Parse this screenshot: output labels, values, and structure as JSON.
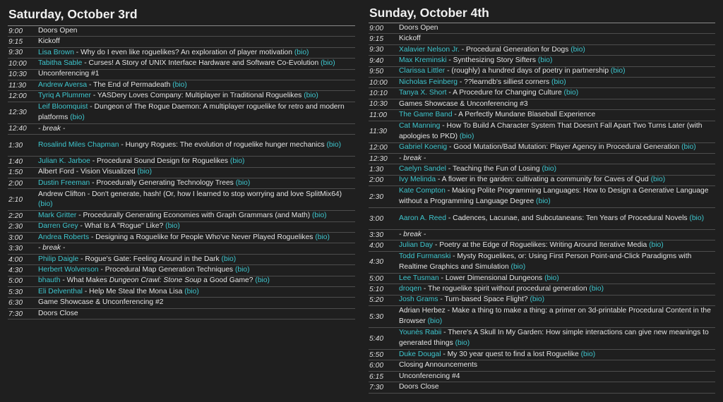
{
  "left": {
    "title": "Saturday, October 3rd",
    "rows": [
      {
        "time": "9:00",
        "text": "Doors Open"
      },
      {
        "time": "9:15",
        "text": "Kickoff"
      },
      {
        "time": "9:30",
        "speaker": "Lisa Brown",
        "text": " - Why do I even like roguelikes? An exploration of player motivation ",
        "bio": "(bio)"
      },
      {
        "time": "10:00",
        "speaker": "Tabitha Sable",
        "text": " - Curses! A Story of UNIX Interface Hardware and Software Co-Evolution ",
        "bio": "(bio)"
      },
      {
        "time": "10:30",
        "text": "Unconferencing #1"
      },
      {
        "time": "11:30",
        "speaker": "Andrew Aversa",
        "text": " - The End of Permadeath ",
        "bio": "(bio)"
      },
      {
        "time": "12:00",
        "speaker": "Tyriq A Plummer",
        "text": " - YASDery Loves Company: Multiplayer in Traditional Roguelikes ",
        "bio": "(bio)"
      },
      {
        "time": "12:30",
        "speaker": "Leif Bloomquist",
        "text": " - Dungeon of The Rogue Daemon: A multiplayer roguelike for retro and modern platforms ",
        "bio": "(bio)",
        "double": true
      },
      {
        "time": "12:40",
        "text": "- break -",
        "brk": true
      },
      {
        "time": "1:30",
        "speaker": "Rosalind Miles Chapman",
        "text": " - Hungry Rogues: The evolution of roguelike hunger mechanics ",
        "bio": "(bio)",
        "double": true
      },
      {
        "time": "1:40",
        "speaker": "Julian K. Jarboe",
        "text": " - Procedural Sound Design for Roguelikes ",
        "bio": "(bio)"
      },
      {
        "time": "1:50",
        "text": "Albert Ford - Vision Visualized ",
        "bio": "(bio)"
      },
      {
        "time": "2:00",
        "speaker": "Dustin Freeman",
        "text": " - Procedurally Generating Technology Trees ",
        "bio": "(bio)"
      },
      {
        "time": "2:10",
        "text": "Andrew Clifton - Don't generate, hash! (Or, how I learned to stop worrying and love SplitMix64) ",
        "bio": "(bio)",
        "double": true
      },
      {
        "time": "2:20",
        "speaker": "Mark Gritter",
        "text": " - Procedurally Generating Economies with Graph Grammars (and Math) ",
        "bio": "(bio)"
      },
      {
        "time": "2:30",
        "speaker": "Darren Grey",
        "text": " - What Is A \"Rogue\" Like? ",
        "bio": "(bio)"
      },
      {
        "time": "3:00",
        "speaker": "Andrea Roberts",
        "text": " - Designing a Roguelike for People Who've Never Played Roguelikes ",
        "bio": "(bio)"
      },
      {
        "time": "3:30",
        "text": "- break -",
        "brk": true
      },
      {
        "time": "4:00",
        "speaker": "Philip Daigle",
        "text": " - Rogue's Gate: Feeling Around in the Dark ",
        "bio": "(bio)"
      },
      {
        "time": "4:30",
        "speaker": "Herbert Wolverson",
        "text": " - Procedural Map Generation Techniques ",
        "bio": "(bio)"
      },
      {
        "time": "5:00",
        "speaker": "bhauth",
        "text": " - What Makes ",
        "italic": "Dungeon Crawl: Stone Soup",
        "text2": " a Good Game? ",
        "bio": "(bio)"
      },
      {
        "time": "5:30",
        "speaker": "Eli Delventhal",
        "text": " - Help Me Steal the Mona Lisa ",
        "bio": "(bio)"
      },
      {
        "time": "6:30",
        "text": "Game Showcase & Unconferencing #2"
      },
      {
        "time": "7:30",
        "text": "Doors Close"
      }
    ]
  },
  "right": {
    "title": "Sunday, October 4th",
    "rows": [
      {
        "time": "9:00",
        "text": "Doors Open"
      },
      {
        "time": "9:15",
        "text": "Kickoff"
      },
      {
        "time": "9:30",
        "speaker": "Xalavier Nelson Jr.",
        "text": " - Procedural Generation for Dogs ",
        "bio": "(bio)"
      },
      {
        "time": "9:40",
        "speaker": "Max Kreminski",
        "text": " - Synthesizing Story Sifters ",
        "bio": "(bio)"
      },
      {
        "time": "9:50",
        "speaker": "Clarissa Littler",
        "text": " - (roughly) a hundred days of poetry in partnership ",
        "bio": "(bio)"
      },
      {
        "time": "10:00",
        "speaker": "Nicholas Feinberg",
        "text": " - ??learndb's silliest corners ",
        "bio": "(bio)"
      },
      {
        "time": "10:10",
        "speaker": "Tanya X. Short",
        "text": " - A Procedure for Changing Culture ",
        "bio": "(bio)"
      },
      {
        "time": "10:30",
        "text": "Games Showcase & Unconferencing #3"
      },
      {
        "time": "11:00",
        "speaker": "The Game Band",
        "text": " - A Perfectly Mundane Blaseball Experience"
      },
      {
        "time": "11:30",
        "speaker": "Cat Manning",
        "text": " - How To Build A Character System That Doesn't Fall Apart Two Turns Later (with apologies to PKD) ",
        "bio": "(bio)",
        "double": true
      },
      {
        "time": "12:00",
        "speaker": "Gabriel Koenig",
        "text": " - Good Mutation/Bad Mutation: Player Agency in Procedural Generation ",
        "bio": "(bio)"
      },
      {
        "time": "12:30",
        "text": "- break -",
        "brk": true
      },
      {
        "time": "1:30",
        "speaker": "Caelyn Sandel",
        "text": " - Teaching the Fun of Losing ",
        "bio": "(bio)"
      },
      {
        "time": "2:00",
        "speaker": "Ivy Melinda",
        "text": " - A flower in the garden: cultivating a community for Caves of Qud ",
        "bio": "(bio)"
      },
      {
        "time": "2:30",
        "speaker": "Kate Compton",
        "text": " - Making Polite Programming Languages: How to Design a Generative Language without a Programming Language Degree ",
        "bio": "(bio)",
        "double": true
      },
      {
        "time": "3:00",
        "speaker": "Aaron A. Reed",
        "text": " - Cadences, Lacunae, and Subcutaneans: Ten Years of Procedural Novels ",
        "bio": "(bio)",
        "double": true
      },
      {
        "time": "3:30",
        "text": "- break -",
        "brk": true
      },
      {
        "time": "4:00",
        "speaker": "Julian Day",
        "text": " - Poetry at the Edge of Roguelikes: Writing Around Iterative Media ",
        "bio": "(bio)"
      },
      {
        "time": "4:30",
        "speaker": "Todd Furmanski",
        "text": " - Mysty Roguelikes, or: Using First Person Point-and-Click Paradigms with Realtime Graphics and Simulation ",
        "bio": "(bio)",
        "double": true
      },
      {
        "time": "5:00",
        "speaker": "Lee Tusman",
        "text": " - Lower Dimensional Dungeons ",
        "bio": "(bio)"
      },
      {
        "time": "5:10",
        "speaker": "droqen",
        "text": " - The roguelike spirit without procedural generation ",
        "bio": "(bio)"
      },
      {
        "time": "5:20",
        "speaker": "Josh Grams",
        "text": " - Turn-based Space Flight? ",
        "bio": "(bio)"
      },
      {
        "time": "5:30",
        "text": "Adrian Herbez - Make a thing to make a thing: a primer on 3d-printable Procedural Content in the Browser ",
        "bio": "(bio)",
        "double": true
      },
      {
        "time": "5:40",
        "speaker": "Younès Rabii",
        "text": " - There's A Skull In My Garden: How simple interactions can give new meanings to generated things ",
        "bio": "(bio)",
        "double": true
      },
      {
        "time": "5:50",
        "speaker": "Duke Dougal",
        "text": " - My 30 year quest to find a lost Roguelike ",
        "bio": "(bio)"
      },
      {
        "time": "6:00",
        "text": "Closing Announcements"
      },
      {
        "time": "6:15",
        "text": "Unconferencing #4"
      },
      {
        "time": "7:30",
        "text": "Doors Close"
      }
    ]
  },
  "colors": {
    "background": "#1f1f1f",
    "text": "#e4e4e4",
    "link": "#3ec6ce"
  }
}
